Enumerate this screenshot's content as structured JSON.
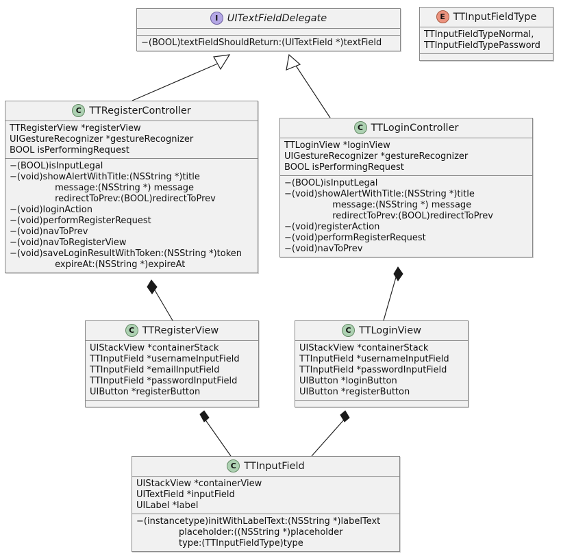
{
  "diagram": {
    "type": "uml-class-diagram",
    "background": "#FFFFFF",
    "node_fill": "#F1F1F1",
    "node_border": "#888888",
    "class_icon_color": "#ADD1B2",
    "interface_icon_color": "#B4A7E5",
    "enum_icon_color": "#EB937F"
  },
  "nodes": {
    "ui_text_field_delegate": {
      "stereotype": "I",
      "stereotype_name": "interface-icon",
      "title": "UITextFieldDelegate",
      "attributes": [],
      "methods": [
        "−(BOOL)textFieldShouldReturn:(UITextField *)textField"
      ]
    },
    "tt_input_field_type": {
      "stereotype": "E",
      "stereotype_name": "enum-icon",
      "title": "TTInputFieldType",
      "attributes": [
        "TTInputFieldTypeNormal,",
        "TTInputFieldTypePassword"
      ],
      "methods": []
    },
    "tt_register_controller": {
      "stereotype": "C",
      "stereotype_name": "class-icon",
      "title": "TTRegisterController",
      "attributes": [
        "TTRegisterView *registerView",
        "UIGestureRecognizer *gestureRecognizer",
        "BOOL isPerformingRequest"
      ],
      "methods": [
        "−(BOOL)isInputLegal",
        "−(void)showAlertWithTitle:(NSString *)title",
        "                message:(NSString *) message",
        "                redirectToPrev:(BOOL)redirectToPrev",
        "−(void)loginAction",
        "−(void)performRegisterRequest",
        "−(void)navToPrev",
        "−(void)navToRegisterView",
        "−(void)saveLoginResultWithToken:(NSString *)token",
        "                expireAt:(NSString *)expireAt"
      ]
    },
    "tt_login_controller": {
      "stereotype": "C",
      "stereotype_name": "class-icon",
      "title": "TTLoginController",
      "attributes": [
        "TTLoginView *loginView",
        "UIGestureRecognizer *gestureRecognizer",
        "BOOL isPerformingRequest"
      ],
      "methods": [
        "−(BOOL)isInputLegal",
        "−(void)showAlertWithTitle:(NSString *)title",
        "                 message:(NSString *) message",
        "                 redirectToPrev:(BOOL)redirectToPrev",
        "−(void)registerAction",
        "−(void)performRegisterRequest",
        "−(void)navToPrev"
      ]
    },
    "tt_register_view": {
      "stereotype": "C",
      "stereotype_name": "class-icon",
      "title": "TTRegisterView",
      "attributes": [
        "UIStackView *containerStack",
        "TTInputField *usernameInputField",
        "TTInputField *emailInputField",
        "TTInputField *passwordInputField",
        "UIButton *registerButton"
      ],
      "methods": []
    },
    "tt_login_view": {
      "stereotype": "C",
      "stereotype_name": "class-icon",
      "title": "TTLoginView",
      "attributes": [
        "UIStackView *containerStack",
        "TTInputField *usernameInputField",
        "TTInputField *passwordInputField",
        "UIButton *loginButton",
        "UIButton *registerButton"
      ],
      "methods": []
    },
    "tt_input_field": {
      "stereotype": "C",
      "stereotype_name": "class-icon",
      "title": "TTInputField",
      "attributes": [
        "UIStackView *containerView",
        "UITextField *inputField",
        "UILabel *label"
      ],
      "methods": [
        "−(instancetype)initWithLabelText:(NSString *)labelText",
        "               placeholder:((NSString *)placeholder",
        "               type:(TTInputFieldType)type"
      ]
    }
  },
  "edges": [
    {
      "from": "tt_register_controller",
      "to": "ui_text_field_delegate",
      "kind": "realization"
    },
    {
      "from": "tt_login_controller",
      "to": "ui_text_field_delegate",
      "kind": "realization"
    },
    {
      "from": "tt_register_controller",
      "to": "tt_register_view",
      "kind": "composition"
    },
    {
      "from": "tt_login_controller",
      "to": "tt_login_view",
      "kind": "composition"
    },
    {
      "from": "tt_register_view",
      "to": "tt_input_field",
      "kind": "composition"
    },
    {
      "from": "tt_login_view",
      "to": "tt_input_field",
      "kind": "composition"
    }
  ]
}
